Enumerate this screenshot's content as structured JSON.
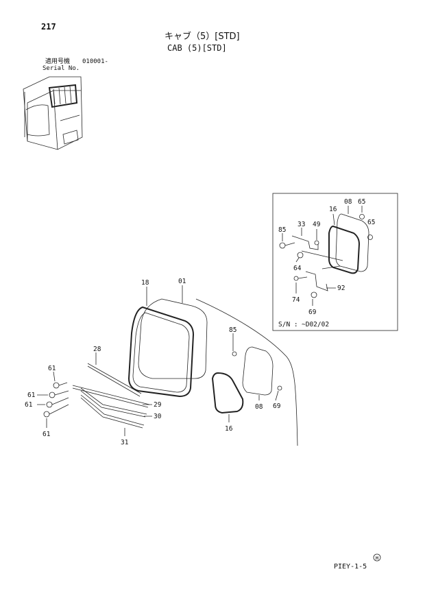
{
  "page_number": "217",
  "title_jp": "キャブ（5）[STD]",
  "title_en": "CAB (5)[STD]",
  "serial": {
    "label_jp": "適用号機",
    "value": "010001-",
    "label_en": "Serial No."
  },
  "inset": {
    "sn_label": "S/N :",
    "sn_value": "~D02/02"
  },
  "part_labels": {
    "p01": "01",
    "p18": "18",
    "p28": "28",
    "p29": "29",
    "p30": "30",
    "p31": "31",
    "p61a": "61",
    "p61b": "61",
    "p61c": "61",
    "p61d": "61",
    "p85": "85",
    "p08": "08",
    "p16": "16",
    "p69": "69"
  },
  "inset_labels": {
    "i16": "16",
    "i08": "08",
    "i65a": "65",
    "i65b": "65",
    "i85": "85",
    "i33": "33",
    "i49": "49",
    "i64": "64",
    "i74": "74",
    "i69": "69",
    "i92": "92"
  },
  "footer_code": "PIEY-1-5",
  "footer_mark": "M"
}
